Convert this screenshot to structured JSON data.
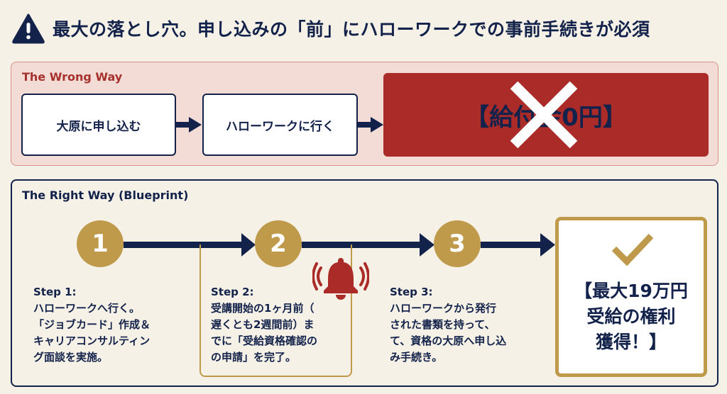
{
  "header": {
    "icon": "warning-triangle-icon",
    "title": "最大の落とし穴。申し込みの「前」にハローワークでの事前手続きが必須"
  },
  "wrong_way": {
    "label": "The Wrong Way",
    "steps": [
      "大原に申し込む",
      "ハローワークに行く"
    ],
    "result": "【給付金0円】",
    "result_icon": "cross-x-icon"
  },
  "right_way": {
    "label": "The Right Way (Blueprint)",
    "steps": [
      {
        "number": "1",
        "title": "Step 1:",
        "lines": [
          "ハローワークへ行く。",
          "「ジョブカード」作成＆",
          "キャリアコンサルティン",
          "グ面談を実施。"
        ]
      },
      {
        "number": "2",
        "title": "Step 2:",
        "lines": [
          "受講開始の1ヶ月前（",
          "遅くとも2週間前）ま",
          "でに「受給資格確認の",
          "の申請」を完了。"
        ],
        "alert_icon": "alarm-bell-icon"
      },
      {
        "number": "3",
        "title": "Step 3:",
        "lines": [
          "ハローワークから発行",
          "された書類を持って、",
          "て、資格の大原へ申し込",
          "み手続き。"
        ]
      }
    ],
    "result": {
      "icon": "checkmark-icon",
      "lines": [
        "【最大19万円",
        "受給の権利",
        "獲得！】"
      ]
    }
  },
  "colors": {
    "background": "#f5f1e6",
    "navy": "#13224a",
    "gold": "#bf9a4b",
    "red": "#ab2b28",
    "wrong_panel_bg": "#f2dcd5"
  }
}
